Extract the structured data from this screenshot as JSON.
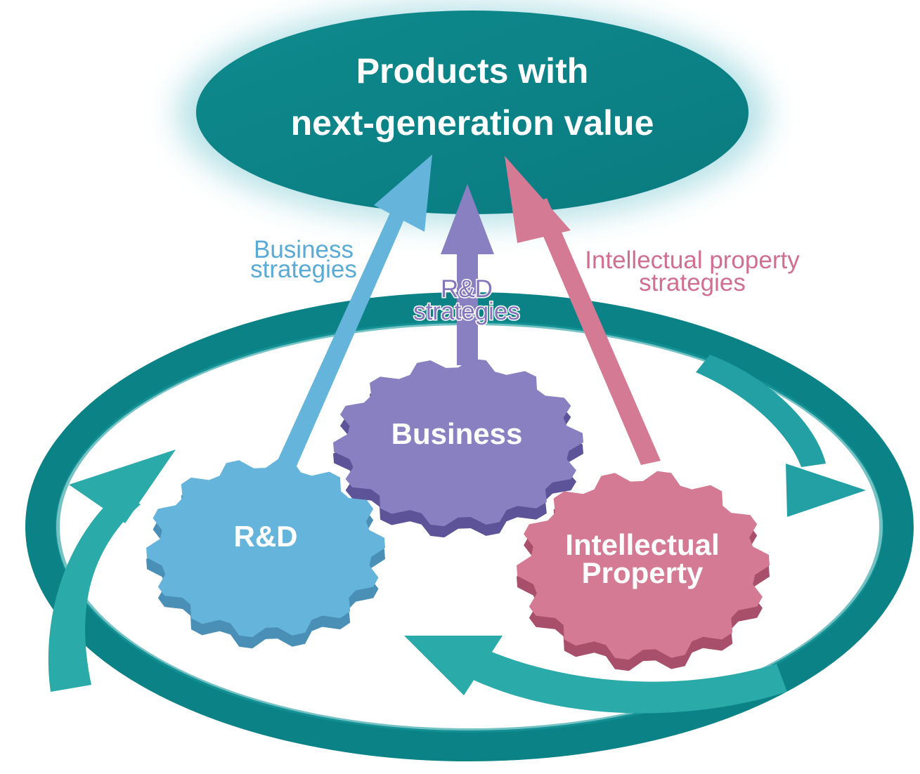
{
  "colors": {
    "teal_dark": "#0b8286",
    "teal_mid": "#1a9ea1",
    "teal_light": "#3ab4b0",
    "blue": "#64b4dc",
    "blue_text": "#5aaad6",
    "purple": "#8980c2",
    "purple_text": "#8576bc",
    "pink": "#d57a94",
    "pink_text": "#d06f8e"
  },
  "goal": {
    "line1": "Products with",
    "line2": "next-generation value"
  },
  "strategies": {
    "business": {
      "line1": "Business",
      "line2": "strategies"
    },
    "rnd": {
      "line1": "R&D",
      "line2": "strategies"
    },
    "ip": {
      "line1": "Intellectual property",
      "line2": "strategies"
    }
  },
  "gears": {
    "business": {
      "label": "Business"
    },
    "rnd": {
      "label": "R&D"
    },
    "ip": {
      "line1": "Intellectual",
      "line2": "Property"
    }
  }
}
